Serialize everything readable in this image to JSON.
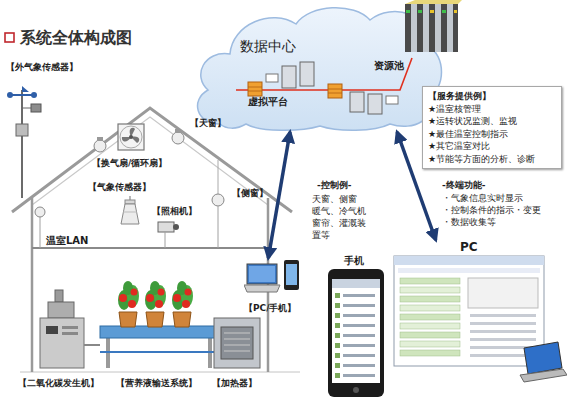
{
  "diagram": {
    "title": "系统全体构成图",
    "nodes": [
      {
        "text": [
          "数据中心",
          "资源池",
          "虚拟平台"
        ]
      },
      {
        "text": [
          "【服务提供例】",
          "★温室核管理",
          "★运转状况监测、监视",
          "★最佳温室控制指示",
          "★其它温室对比",
          "★节能等方面的分析、诊断"
        ]
      },
      {
        "text": [
          "【PC/手机】"
        ]
      },
      {
        "text": [
          "手机"
        ]
      },
      {
        "text": [
          "PC"
        ]
      }
    ],
    "edges": [
      {
        "from": 0,
        "to": 2,
        "arrow": "both"
      },
      {
        "from": 0,
        "to": 4,
        "arrow": "both"
      }
    ],
    "labels": [
      "【外气象传感器】",
      "【换气扇/循环扇】",
      "【天窗】",
      "【气象传感器】",
      "【侧窗】",
      "【照相机】",
      "温室LAN",
      "-控制例-",
      "天窗、侧窗 暖气、冷气机 窗帘、灌溉装 置等",
      "-终端功能-",
      "・气象信息实时显示",
      "・控制条件的指示・变更",
      "・数据收集等",
      "【二氧化碳发生机】",
      "【营养液输送系统】",
      "【加热器】"
    ]
  }
}
